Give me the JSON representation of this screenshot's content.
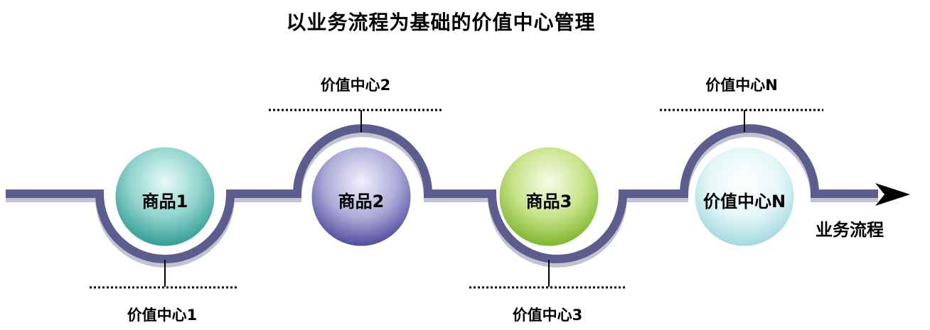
{
  "title": "以业务流程为基础的价值中心管理",
  "axis_label": "业务流程",
  "nodes": [
    {
      "label": "商品1",
      "center_label": "价值中心1",
      "color": "#5fb9b3"
    },
    {
      "label": "商品2",
      "center_label": "价值中心2",
      "color": "#8a86c4"
    },
    {
      "label": "商品3",
      "center_label": "价值中心3",
      "color": "#a8d24a"
    },
    {
      "label": "价值中心N",
      "center_label": "价值中心N",
      "color": "#c6ecf0"
    }
  ],
  "colors": {
    "track": "#5a5a8a",
    "track_shadow": "#b8b8c8"
  }
}
